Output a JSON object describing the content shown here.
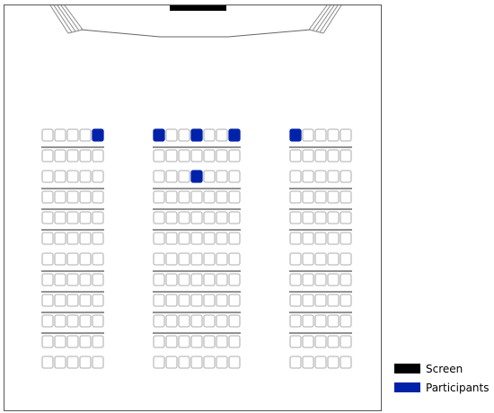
{
  "colors": {
    "screen": "#000000",
    "participant": "#0022aa",
    "seat_outline": "#bdbdbd",
    "divider": "#6e6e6e",
    "room_outline": "#555555"
  },
  "layout": {
    "blocks": [
      {
        "name": "left",
        "seats_per_row": 5
      },
      {
        "name": "center",
        "seats_per_row": 7
      },
      {
        "name": "right",
        "seats_per_row": 5
      }
    ],
    "rows": 12,
    "divider_rows": [
      2,
      4,
      5,
      6,
      8,
      9,
      10,
      11
    ]
  },
  "participants": [
    {
      "block": "left",
      "row": 1,
      "seat": 5
    },
    {
      "block": "center",
      "row": 1,
      "seat": 1
    },
    {
      "block": "center",
      "row": 1,
      "seat": 4
    },
    {
      "block": "center",
      "row": 1,
      "seat": 7
    },
    {
      "block": "center",
      "row": 3,
      "seat": 4
    },
    {
      "block": "right",
      "row": 1,
      "seat": 1
    }
  ],
  "legend": [
    {
      "key": "screen",
      "label": "Screen"
    },
    {
      "key": "participant",
      "label": "Participants"
    }
  ]
}
